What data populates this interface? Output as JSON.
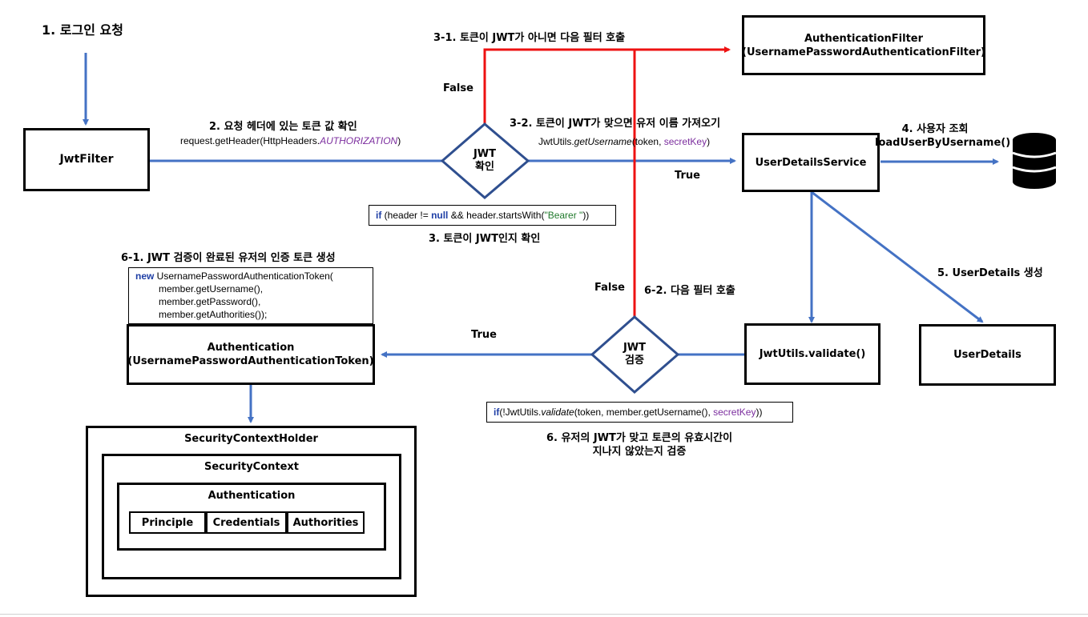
{
  "step1": "1. 로그인 요청",
  "jwt_filter": "JwtFilter",
  "step2": "2. 요청 헤더에 있는 토큰 값 확인",
  "code_get_header": {
    "prefix": "request.getHeader(HttpHeaders.",
    "italic": "AUTHORIZATION",
    "suffix": ")"
  },
  "diamond_check": {
    "line1": "JWT",
    "line2": "확인"
  },
  "false_top": "False",
  "step3_1": "3-1. 토큰이 JWT가 아니면 다음 필터 호출",
  "auth_filter": {
    "line1": "AuthenticationFilter",
    "line2": "(UsernamePasswordAuthenticationFilter)"
  },
  "step3_2": "3-2. 토큰이 JWT가 맞으면 유저 이름 가져오기",
  "code_get_username": {
    "prefix": "JwtUtils.",
    "italic": "getUsername",
    "mid": "(token, ",
    "purple": "secretKey",
    "suffix": ")"
  },
  "true_mid": "True",
  "user_details_service": "UserDetailsService",
  "step4": {
    "line1": "4. 사용자 조회",
    "line2": "loadUserByUsername()"
  },
  "database_icon": "database-icon",
  "code_if_header": {
    "kw_if": "if",
    "part1": " (header != ",
    "kw_null": "null",
    "part2": " && header.startsWith(",
    "green": "\"Bearer \"",
    "part3": "))"
  },
  "step3": "3. 토큰이 JWT인지 확인",
  "step6_1": "6-1. JWT 검증이 완료된 유저의 인증 토큰 생성",
  "code_new_token": {
    "kw_new": "new",
    "line1": " UsernamePasswordAuthenticationToken(",
    "line2": "member.getUsername(),",
    "line3": "member.getPassword(),",
    "line4": "member.getAuthorities());"
  },
  "authentication_box": {
    "line1": "Authentication",
    "line2": "(UsernamePasswordAuthenticationToken)"
  },
  "false_mid": "False",
  "step6_2": "6-2. 다음 필터 호출",
  "step5": "5. UserDetails 생성",
  "true_bottom": "True",
  "diamond_verify": {
    "line1": "JWT",
    "line2": "검증"
  },
  "jwt_validate": "JwtUtils.validate()",
  "user_details": "UserDetails",
  "code_validate": {
    "kw_if": "if",
    "part1": "(!JwtUtils.",
    "italic": "validate",
    "part2": "(token, member.getUsername(), ",
    "purple": "secretKey",
    "part3": "))"
  },
  "step6": {
    "line1": "6. 유저의 JWT가 맞고 토큰의 유효시간이",
    "line2": "지나지 않았는지 검증"
  },
  "security_context_holder": "SecurityContextHolder",
  "security_context": "SecurityContext",
  "authentication_inner": "Authentication",
  "principle": "Principle",
  "credentials": "Credentials",
  "authorities": "Authorities",
  "colors": {
    "blue_arrow": "#4472c4",
    "red_arrow": "#ee1111",
    "diamond_border": "#2f4f8f"
  }
}
